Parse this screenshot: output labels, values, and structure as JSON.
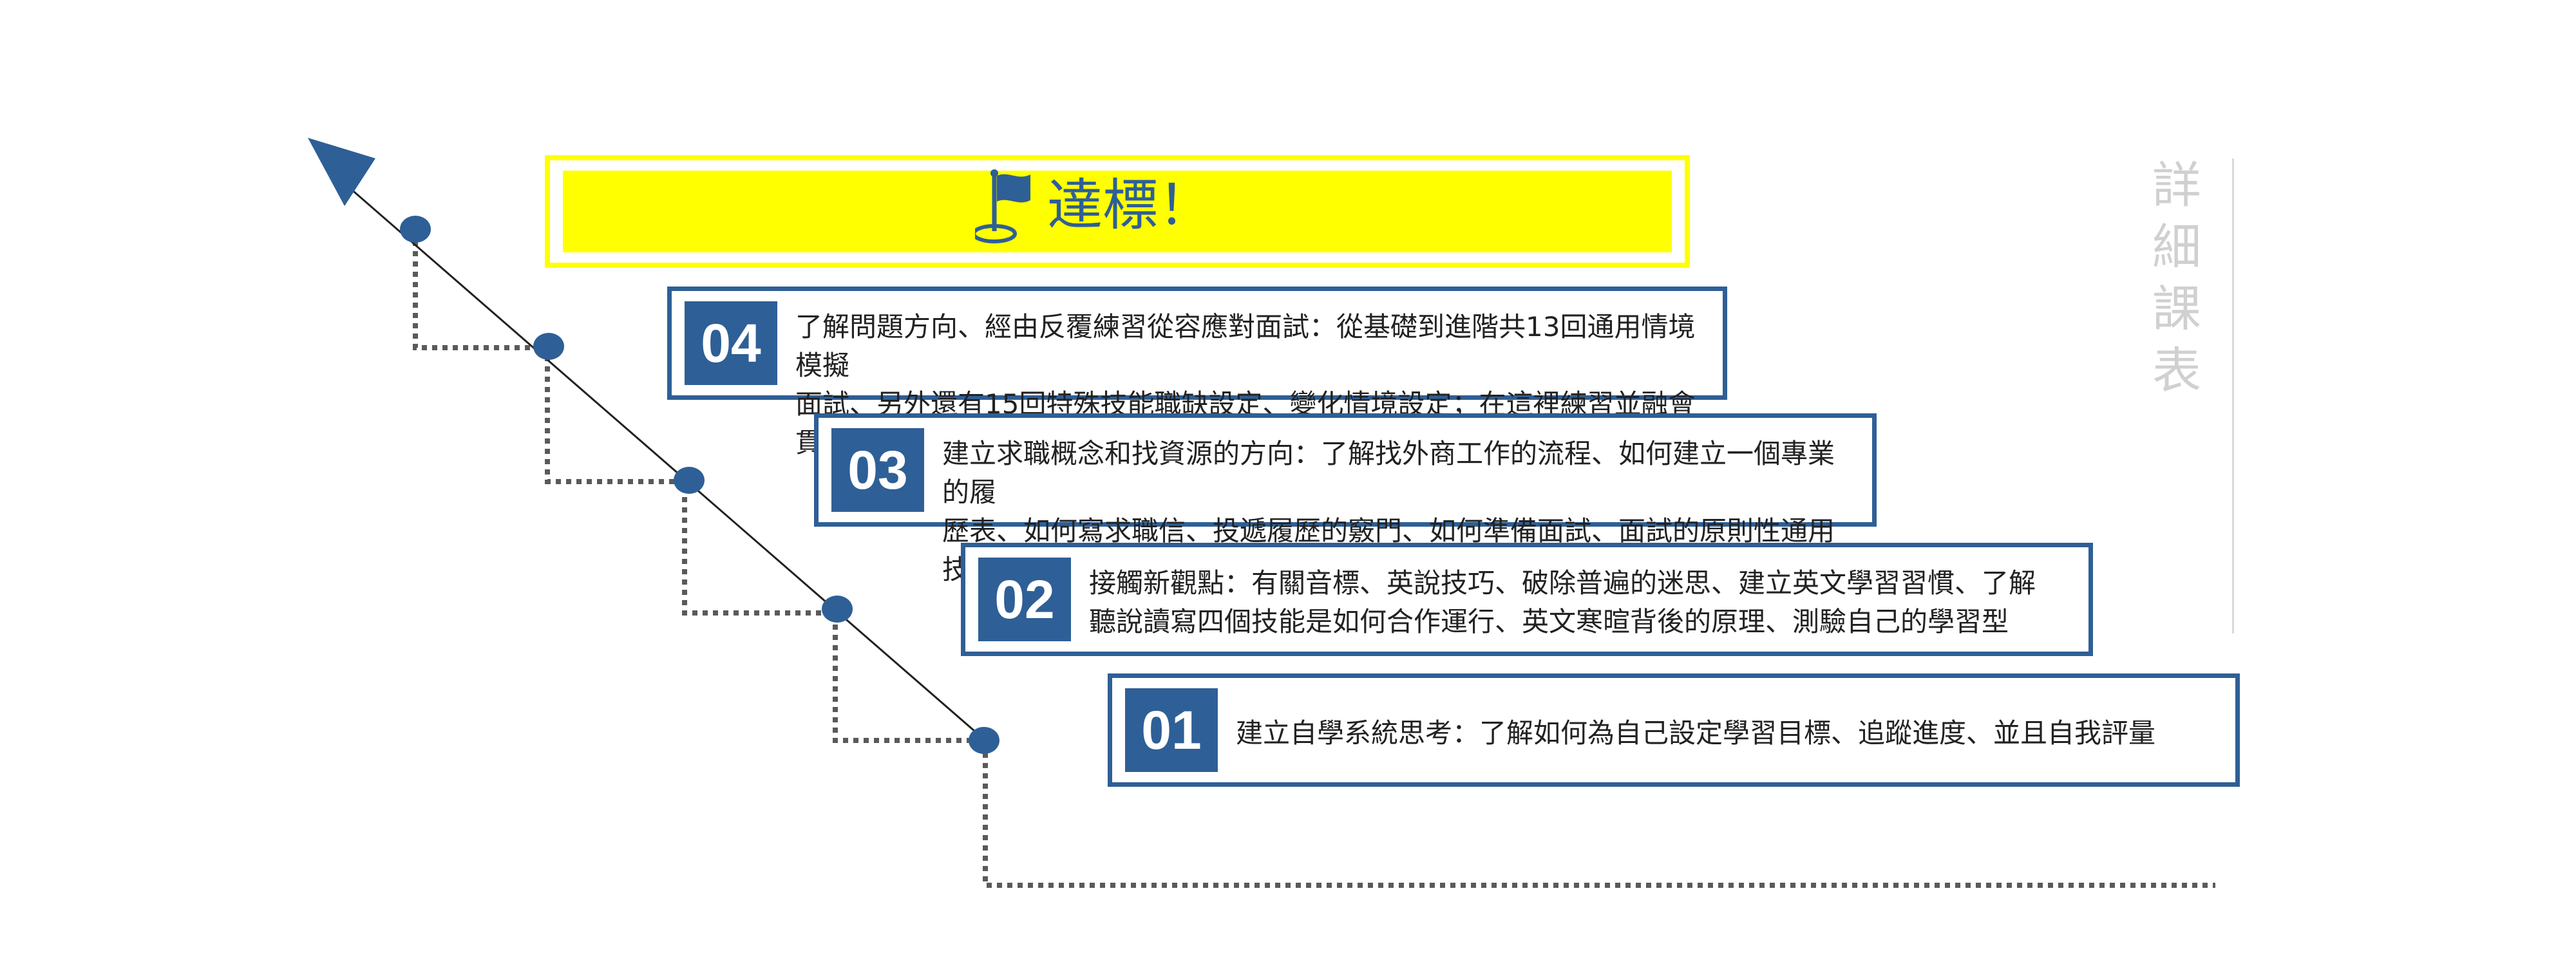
{
  "goal": {
    "label": "達標！"
  },
  "side_title": "詳\n細\n課\n表",
  "steps": [
    {
      "number": "04",
      "text": "了解問題方向、經由反覆練習從容應對面試：從基礎到進階共13回通用情境模擬\n面試、另外還有15回特殊技能職缺設定、變化情境設定；在這裡練習並融會貫通"
    },
    {
      "number": "03",
      "text": "建立求職概念和找資源的方向：了解找外商工作的流程、如何建立一個專業的履\n歷表、如何寫求職信、投遞履歷的竅門、如何準備面試、面試的原則性通用技巧"
    },
    {
      "number": "02",
      "text": "接觸新觀點：有關音標、英說技巧、破除普遍的迷思、建立英文學習習慣、了解\n聽說讀寫四個技能是如何合作運行、英文寒暄背後的原理、測驗自己的學習型"
    },
    {
      "number": "01",
      "text": "建立自學系統思考：了解如何為自己設定學習目標、追蹤進度、並且自我評量"
    }
  ],
  "colors": {
    "primary": "#2e5f96",
    "highlight": "#ffff00",
    "muted": "#d0d0d0"
  },
  "icons": {
    "goal": "flag-icon"
  }
}
